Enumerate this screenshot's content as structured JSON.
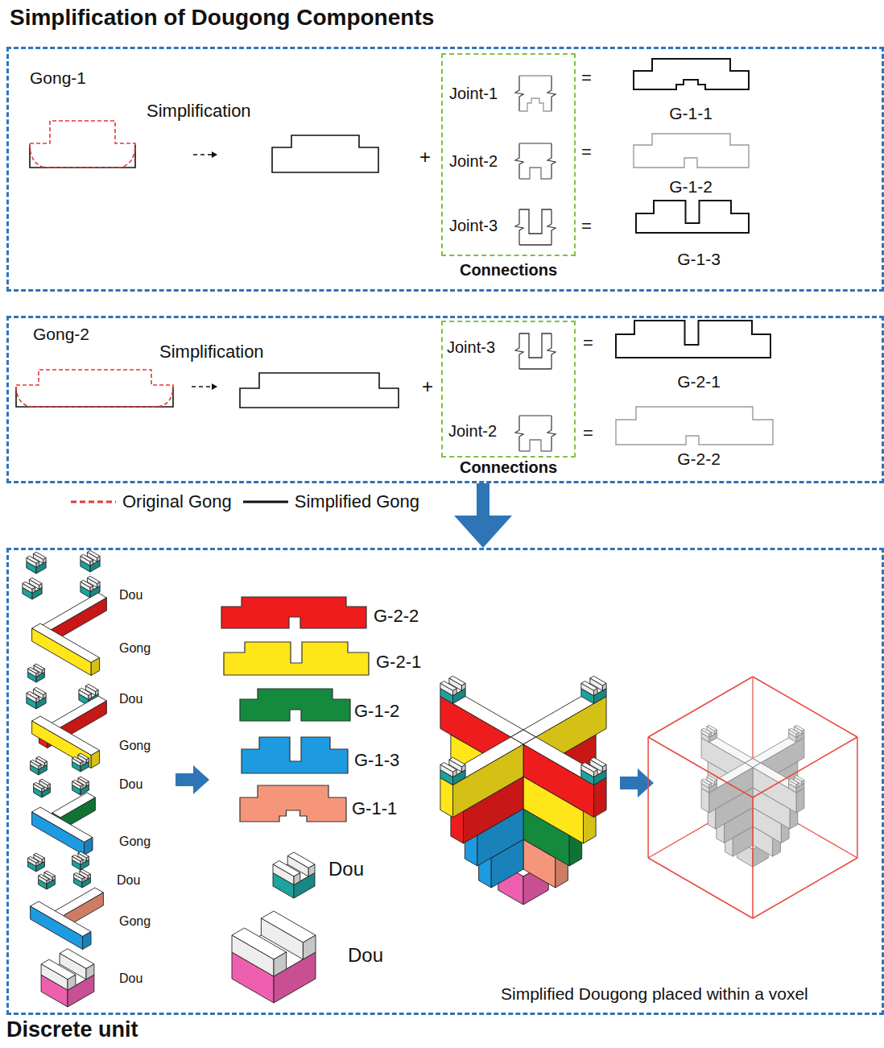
{
  "diagram": {
    "title": "Simplification of Dougong Components",
    "nodes": [
      {
        "text": [
          "Gong-1"
        ]
      },
      {
        "text": [
          "Connections"
        ],
        "in": 0
      },
      {
        "text": [
          "Gong-2"
        ]
      },
      {
        "text": [
          "Connections"
        ],
        "in": 2
      },
      {
        "text": [
          "Discrete unit"
        ]
      }
    ],
    "edges": [
      {
        "from": 2,
        "to": 4,
        "arrow": "to"
      }
    ],
    "labels": [
      "Simplification",
      "+",
      "Joint-1",
      "Joint-2",
      "Joint-3",
      "=",
      "=",
      "=",
      "G-1-1",
      "G-1-2",
      "G-1-3",
      "Simplification",
      "+",
      "Joint-3",
      "Joint-2",
      "=",
      "=",
      "G-2-1",
      "G-2-2",
      "Dou",
      "Gong",
      "Dou",
      "Gong",
      "Dou",
      "Gong",
      "Dou",
      "Gong",
      "Dou",
      "G-2-2",
      "G-2-1",
      "G-1-2",
      "G-1-3",
      "G-1-1",
      "Dou",
      "Dou",
      "Simplified Dougong placed within a voxel"
    ],
    "legend": [
      {
        "text": "Original Gong"
      },
      {
        "text": "Simplified Gong"
      }
    ]
  }
}
